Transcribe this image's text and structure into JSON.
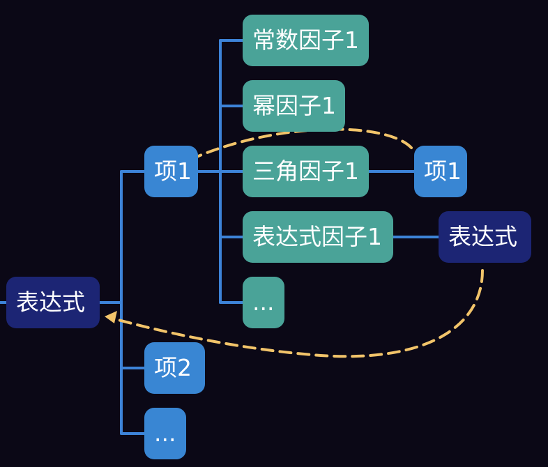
{
  "nodes": {
    "root": {
      "label": "表达式"
    },
    "term1": {
      "label": "项1"
    },
    "term2": {
      "label": "项2"
    },
    "term_more": {
      "label": "..."
    },
    "const_factor": {
      "label": "常数因子1"
    },
    "power_factor": {
      "label": "幂因子1"
    },
    "trig_factor": {
      "label": "三角因子1"
    },
    "expr_factor": {
      "label": "表达式因子1"
    },
    "factor_more": {
      "label": "..."
    },
    "trig_term": {
      "label": "项1"
    },
    "expr_expr": {
      "label": "表达式"
    }
  },
  "colors": {
    "background": "#0b0816",
    "dark_node": "#1c2574",
    "blue_node": "#3986d3",
    "teal_node": "#4aa398",
    "connector": "#3d83d8",
    "dashed_arrow": "#f2c46a"
  }
}
